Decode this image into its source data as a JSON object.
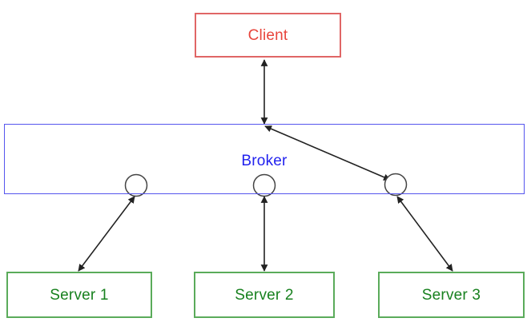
{
  "diagram": {
    "title": "Client-Broker-Server messaging topology",
    "colors": {
      "client_border": "#e06666",
      "client_text": "#e8453c",
      "broker_border": "#5555ee",
      "broker_text": "#2222ee",
      "server_border": "#5aab5a",
      "server_text": "#18811f",
      "connector": "#222222",
      "background": "#ffffff"
    },
    "client": {
      "label": "Client"
    },
    "broker": {
      "label": "Broker",
      "ports": [
        {
          "name": "broker-port-1"
        },
        {
          "name": "broker-port-2"
        },
        {
          "name": "broker-port-3"
        }
      ]
    },
    "servers": [
      {
        "label": "Server 1"
      },
      {
        "label": "Server 2"
      },
      {
        "label": "Server 3"
      }
    ],
    "connectors": [
      {
        "name": "client-to-broker",
        "from": "Client",
        "to": "Broker",
        "direction": "bidirectional"
      },
      {
        "name": "broker-entry-to-port-3",
        "from": "Broker",
        "to": "broker-port-3",
        "direction": "bidirectional"
      },
      {
        "name": "port-1-to-server-1",
        "from": "broker-port-1",
        "to": "Server 1",
        "direction": "bidirectional"
      },
      {
        "name": "port-2-to-server-2",
        "from": "broker-port-2",
        "to": "Server 2",
        "direction": "bidirectional"
      },
      {
        "name": "port-3-to-server-3",
        "from": "broker-port-3",
        "to": "Server 3",
        "direction": "bidirectional"
      }
    ]
  }
}
